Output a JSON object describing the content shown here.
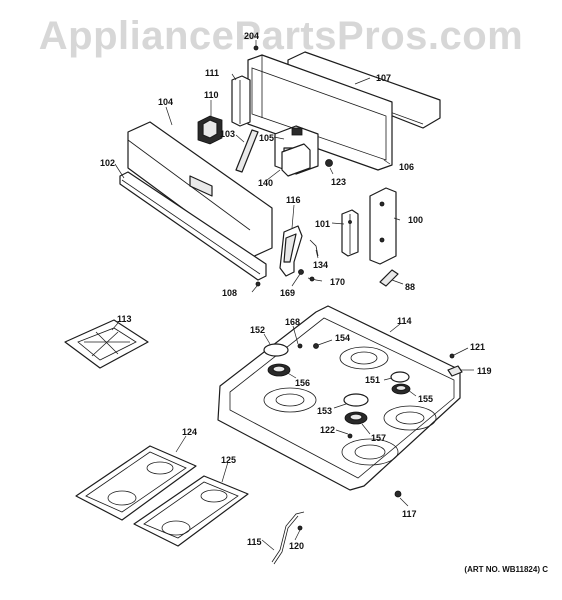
{
  "watermark": "AppliancePartsPros.com",
  "art_number": "(ART NO. WB11824) C",
  "callouts": {
    "c100": "100",
    "c101": "101",
    "c102": "102",
    "c103": "103",
    "c104": "104",
    "c105": "105",
    "c106": "106",
    "c107": "107",
    "c108": "108",
    "c110": "110",
    "c111": "111",
    "c113": "113",
    "c114": "114",
    "c115": "115",
    "c116": "116",
    "c117": "117",
    "c119": "119",
    "c120": "120",
    "c121": "121",
    "c122": "122",
    "c123": "123",
    "c124": "124",
    "c125": "125",
    "c134": "134",
    "c140": "140",
    "c151": "151",
    "c152": "152",
    "c153": "153",
    "c154": "154",
    "c155": "155",
    "c156": "156",
    "c157": "157",
    "c168": "168",
    "c169": "169",
    "c170": "170",
    "c204": "204",
    "c88": "88"
  }
}
